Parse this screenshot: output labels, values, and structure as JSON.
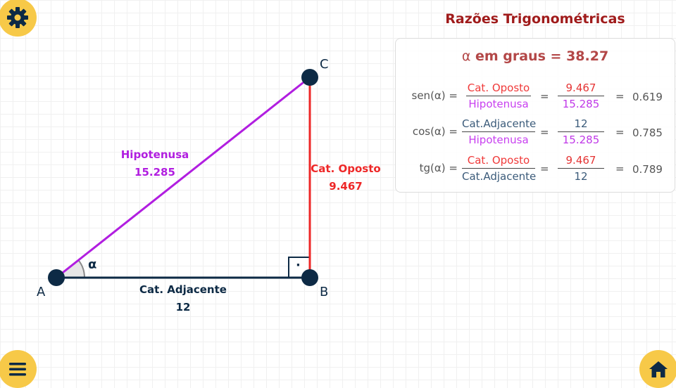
{
  "title": "Razões Trigonométricas",
  "colors": {
    "hypotenuse": "#b11ee0",
    "opposite": "#ee2727",
    "adjacent": "#0d2a45",
    "accent_button": "#f7c948",
    "title": "#a01b1b"
  },
  "buttons": {
    "settings_icon": "gear-icon",
    "menu_icon": "hamburger-menu-icon",
    "home_icon": "home-icon"
  },
  "triangle": {
    "vertices": {
      "a": "A",
      "b": "B",
      "c": "C"
    },
    "angle_symbol": "α",
    "right_angle_mark": "·",
    "hypotenuse": {
      "label": "Hipotenusa",
      "value": "15.285"
    },
    "opposite": {
      "label": "Cat. Oposto",
      "value": "9.467"
    },
    "adjacent": {
      "label": "Cat. Adjacente",
      "value": "12"
    }
  },
  "panel": {
    "alpha_symbol": "α",
    "alpha_label": "em graus =",
    "alpha_value": "38.27",
    "rows": [
      {
        "fn": "sen(α) =",
        "num_label": "Cat. Oposto",
        "den_label": "Hipotenusa",
        "num_value": "9.467",
        "den_value": "15.285",
        "result": "0.619"
      },
      {
        "fn": "cos(α) =",
        "num_label": "Cat.Adjacente",
        "den_label": "Hipotenusa",
        "num_value": "12",
        "den_value": "15.285",
        "result": "0.785"
      },
      {
        "fn": "tg(α) =",
        "num_label": "Cat. Oposto",
        "den_label": "Cat.Adjacente",
        "num_value": "9.467",
        "den_value": "12",
        "result": "0.789"
      }
    ],
    "equals": "="
  }
}
